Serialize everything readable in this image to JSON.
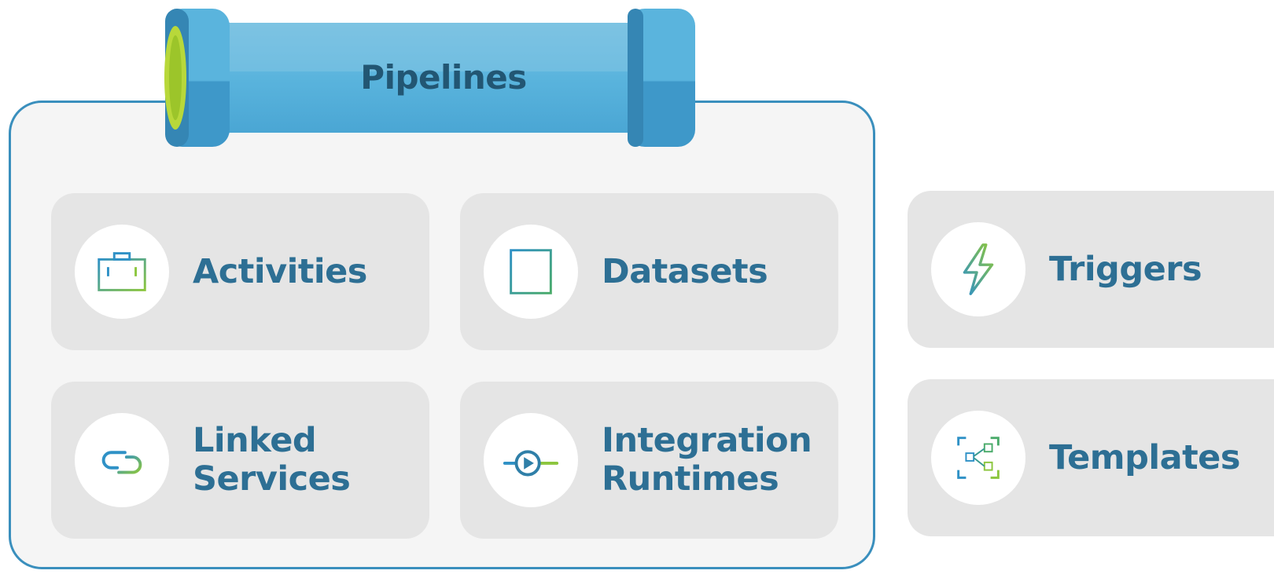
{
  "pipeline": {
    "label": "Pipelines"
  },
  "tiles": [
    {
      "label": "Activities",
      "icon": "toolbox-icon"
    },
    {
      "label": "Datasets",
      "icon": "table-icon"
    },
    {
      "label": "Linked\nServices",
      "icon": "link-icon"
    },
    {
      "label": "Integration\nRuntimes",
      "icon": "play-circle-icon"
    }
  ],
  "outer_tiles": [
    {
      "label": "Triggers",
      "icon": "lightning-icon"
    },
    {
      "label": "Templates",
      "icon": "template-icon"
    }
  ],
  "colors": {
    "border": "#3a8fbd",
    "text": "#2d6f94",
    "pipe_main": "#5ab4dd",
    "pipe_dark": "#3a8fbd",
    "pipe_end": "#b9d73c",
    "tile_bg": "#e5e5e5",
    "container_bg": "#f5f5f5"
  }
}
